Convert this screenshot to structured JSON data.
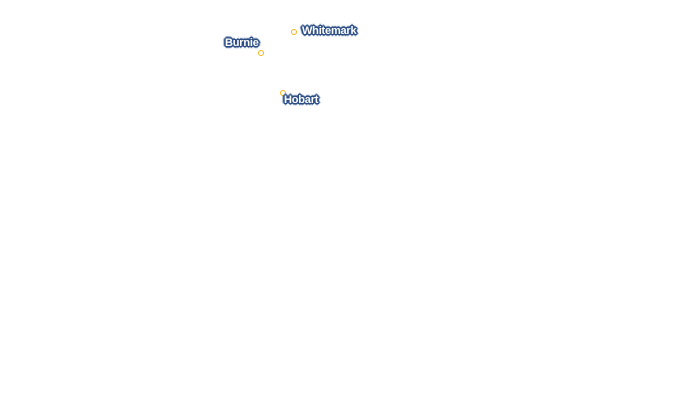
{
  "map": {
    "places": [
      {
        "name": "Whitemark",
        "icon": "place-marker-icon"
      },
      {
        "name": "Burnie",
        "icon": "place-marker-icon"
      },
      {
        "name": "Hobart",
        "icon": "place-marker-icon"
      }
    ],
    "colors": {
      "marker_stroke": "#f2b31a",
      "label_halo": "#2d4f86",
      "label_text": "#ffffff",
      "background": "#ffffff"
    }
  }
}
